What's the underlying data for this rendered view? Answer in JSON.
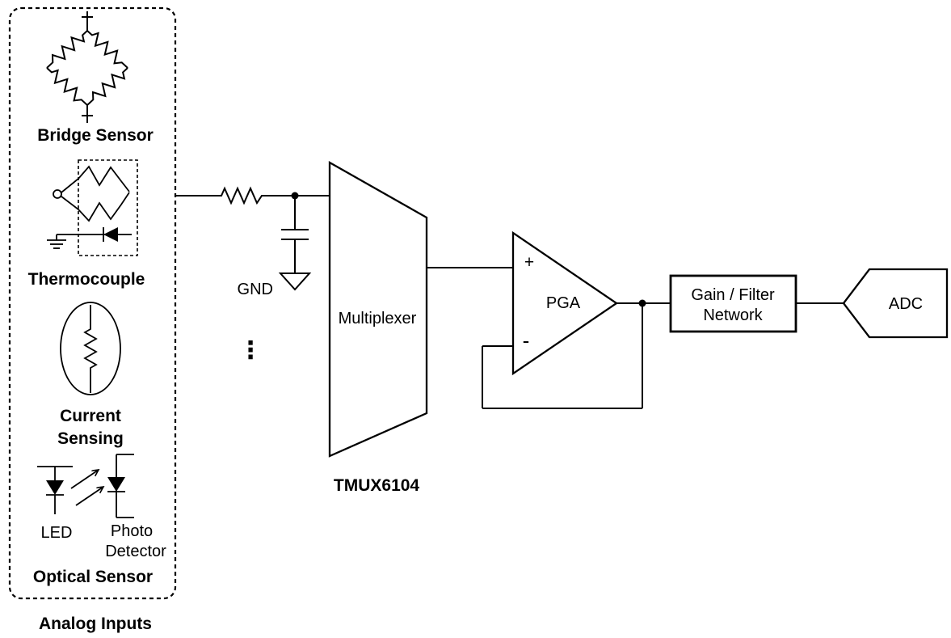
{
  "analog_inputs_panel": {
    "label": "Analog Inputs",
    "bridge_sensor": {
      "label": "Bridge Sensor"
    },
    "thermocouple": {
      "label": "Thermocouple"
    },
    "current_sensing": {
      "label_line1": "Current",
      "label_line2": "Sensing"
    },
    "optical_sensor": {
      "label": "Optical Sensor",
      "led_label": "LED",
      "photo_detector_line1": "Photo",
      "photo_detector_line2": "Detector"
    }
  },
  "input_network": {
    "gnd_label": "GND",
    "more_channels_ellipsis": "⋮"
  },
  "multiplexer": {
    "label": "Multiplexer",
    "part_number": "TMUX6104"
  },
  "pga": {
    "label": "PGA",
    "plus_input": "+",
    "minus_input": "-"
  },
  "gain_filter_network": {
    "label_line1": "Gain / Filter",
    "label_line2": "Network"
  },
  "adc": {
    "label": "ADC"
  },
  "colors": {
    "stroke": "#000000",
    "background": "#ffffff"
  }
}
